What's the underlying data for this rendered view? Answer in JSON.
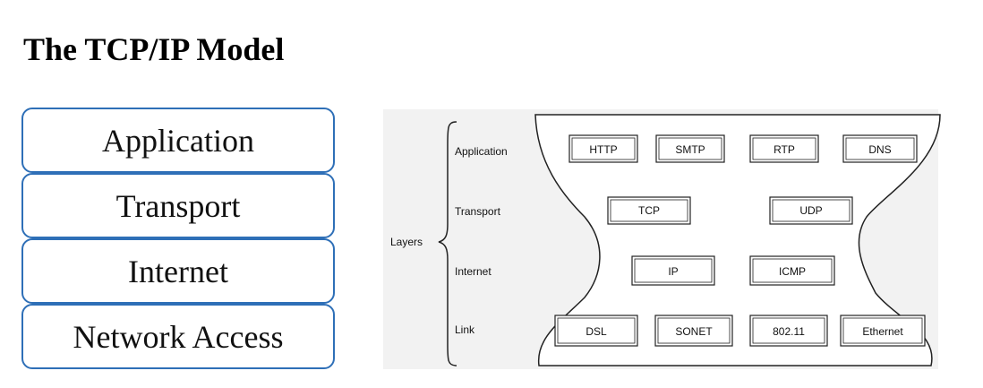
{
  "title": "The TCP/IP Model",
  "stack": {
    "layers": [
      "Application",
      "Transport",
      "Internet",
      "Network Access"
    ]
  },
  "diagram": {
    "brace_label": "Layers",
    "rows": [
      {
        "label": "Application",
        "protocols": [
          "HTTP",
          "SMTP",
          "RTP",
          "DNS"
        ]
      },
      {
        "label": "Transport",
        "protocols": [
          "TCP",
          "UDP"
        ]
      },
      {
        "label": "Internet",
        "protocols": [
          "IP",
          "ICMP"
        ]
      },
      {
        "label": "Link",
        "protocols": [
          "DSL",
          "SONET",
          "802.11",
          "Ethernet"
        ]
      }
    ],
    "colors": {
      "outline": "#2e6fb7",
      "panel": "#f2f2f2",
      "ink": "#111111"
    }
  }
}
